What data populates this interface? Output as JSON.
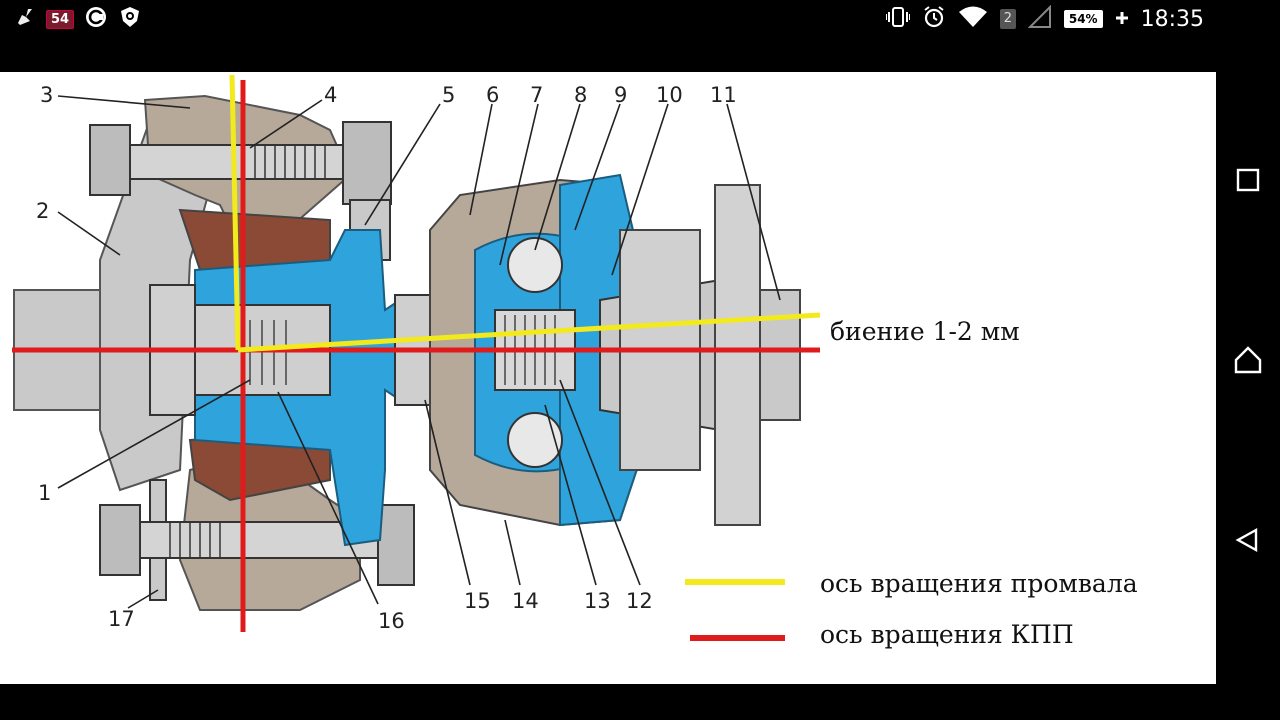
{
  "status_bar": {
    "notification_count": "54",
    "sim_slot": "2",
    "battery": "54%",
    "time": "18:35"
  },
  "diagram": {
    "part_numbers": [
      "1",
      "2",
      "3",
      "4",
      "5",
      "6",
      "7",
      "8",
      "9",
      "10",
      "11",
      "12",
      "13",
      "14",
      "15",
      "16",
      "17"
    ],
    "runout_label": "биение 1-2 мм",
    "legend": [
      {
        "label": "ось вращения промвала",
        "color": "#f2ea1d"
      },
      {
        "label": "ось вращения КПП",
        "color": "#e01b1b"
      }
    ]
  },
  "colors": {
    "housing": "#b7a999",
    "hub_blue": "#2ea3dc",
    "steel": "#c9c9c9",
    "rubber": "#8a4a35"
  }
}
